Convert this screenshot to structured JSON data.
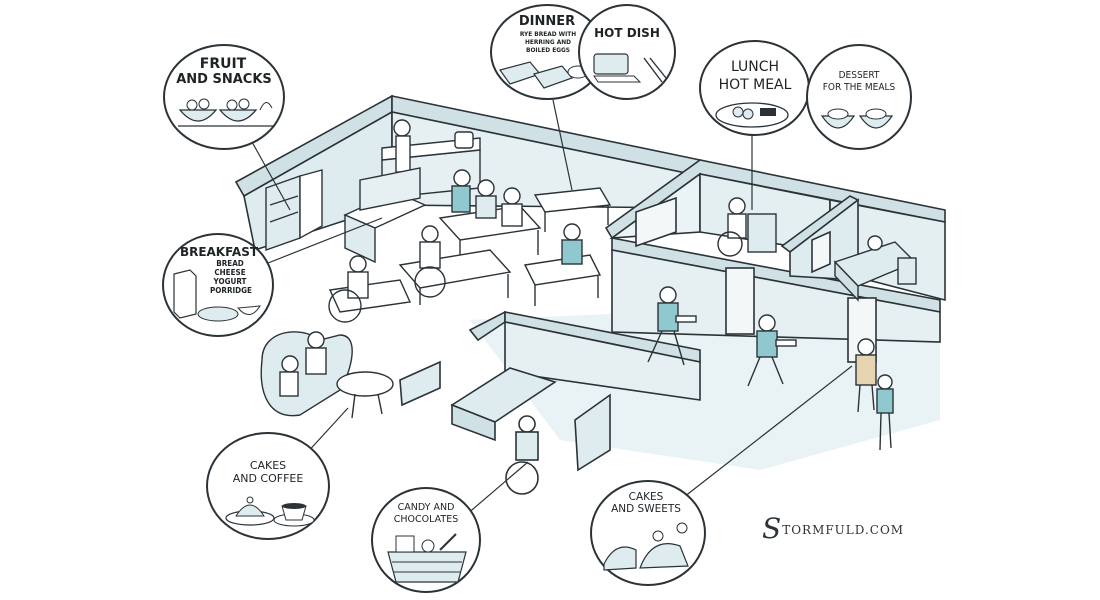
{
  "callouts": {
    "fruit_snacks": {
      "title_line1": "FRUIT",
      "title_line2": "AND SNACKS"
    },
    "dinner": {
      "title": "DINNER",
      "items": [
        "RYE BREAD WITH",
        "HERRING AND",
        "BOILED EGGS"
      ]
    },
    "hot_dish": {
      "title": "HOT DISH"
    },
    "lunch": {
      "title_line1": "LUNCH",
      "title_line2": "HOT MEAL"
    },
    "dessert": {
      "title_line1": "DESSERT",
      "title_line2": "FOR THE MEALS"
    },
    "breakfast": {
      "title": "BREAKFAST",
      "items": [
        "BREAD",
        "CHEESE",
        "YOGURT",
        "PORRIDGE"
      ]
    },
    "cakes_coffee": {
      "title_line1": "CAKES",
      "title_line2": "AND COFFEE"
    },
    "candy": {
      "title_line1": "CANDY AND",
      "title_line2": "CHOCOLATES"
    },
    "cakes_sweets": {
      "title_line1": "CAKES",
      "title_line2": "AND SWEETS"
    }
  },
  "signature": {
    "initial": "S",
    "rest": "TORMFULD.COM"
  },
  "colors": {
    "wall_fill": "#dfecef",
    "floor_fill": "#f3f7f8",
    "shadow_fill": "#cfe1e5",
    "scrub_teal": "#8fc9cf",
    "line": "#2b3338"
  }
}
